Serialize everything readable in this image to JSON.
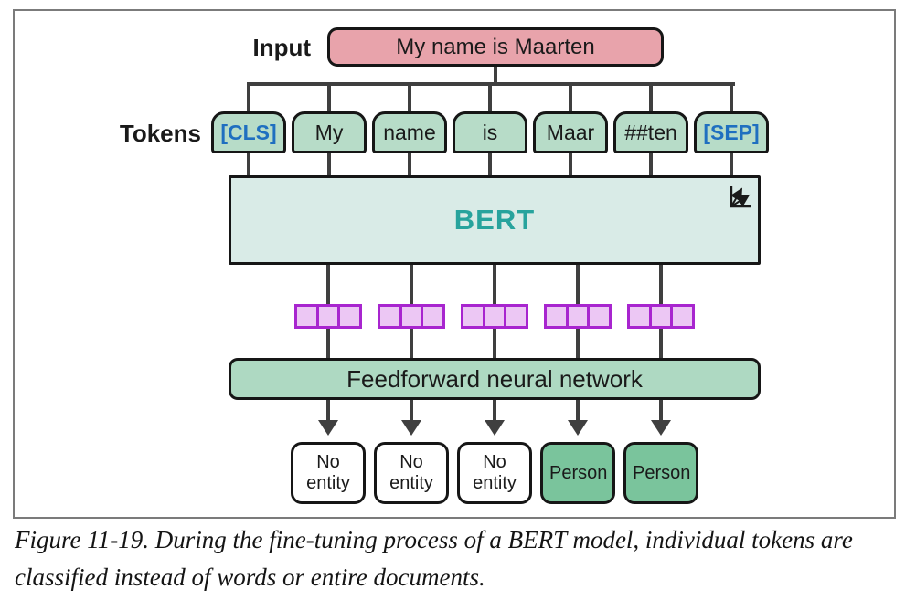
{
  "figure": {
    "input_label": "Input",
    "input_text": "My name is Maarten",
    "tokens_label": "Tokens",
    "tokens": [
      "[CLS]",
      "My",
      "name",
      "is",
      "Maar",
      "##ten",
      "[SEP]"
    ],
    "bert_label": "BERT",
    "ffn_label": "Feedforward neural network",
    "outputs": [
      "No entity",
      "No entity",
      "No entity",
      "Person",
      "Person"
    ]
  },
  "caption": {
    "line1": "Figure 11-19. During the fine-tuning process of a BERT model, individual tokens are",
    "line2": "classified instead of words or entire documents."
  },
  "colors": {
    "input_fill": "#e8a3ab",
    "token_fill": "#b7dcc8",
    "special_token_text": "#1f6fc0",
    "bert_fill": "#d9ebe7",
    "bert_text": "#27a39d",
    "ffn_fill": "#aed9c2",
    "person_fill": "#7ac49c",
    "no_entity_fill": "#ffffff",
    "embedding_fill": "#ecc7f4",
    "embedding_border": "#a825cf",
    "connector_line": "#3f3f3f",
    "frame_border": "#7b7b7b"
  }
}
